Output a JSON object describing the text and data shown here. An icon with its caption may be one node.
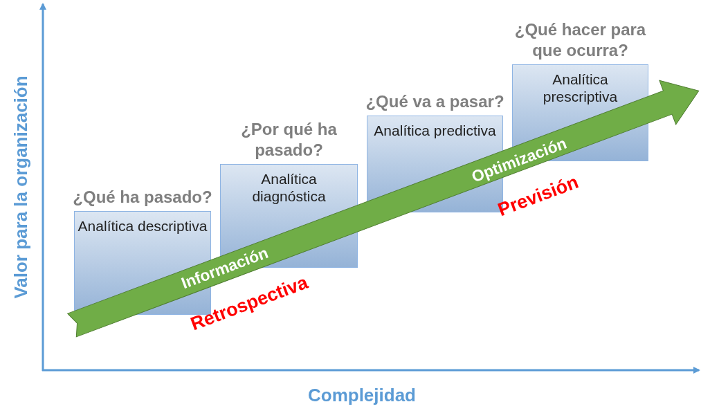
{
  "diagram": {
    "nodes": [
      {
        "text": [
          "¿Qué ha pasado?",
          "Analítica descriptiva"
        ]
      },
      {
        "text": [
          "¿Por qué ha pasado?",
          "Analítica diagnóstica"
        ]
      },
      {
        "text": [
          "¿Qué va a pasar?",
          "Analítica predictiva"
        ]
      },
      {
        "text": [
          "¿Qué hacer para que ocurra?",
          "Analítica prescriptiva"
        ]
      }
    ],
    "labels": [
      "Valor para la organización",
      "Información",
      "Optimización",
      "Retrospectiva",
      "Previsión",
      "Complejidad"
    ]
  }
}
